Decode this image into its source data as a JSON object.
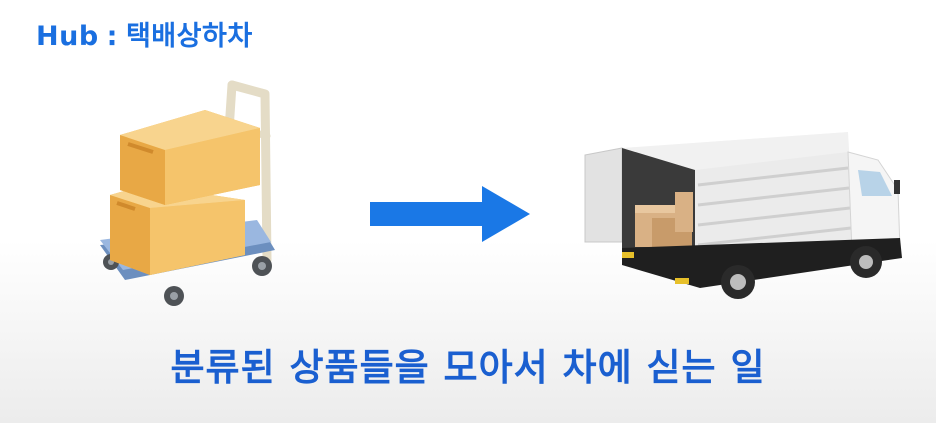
{
  "header": {
    "hub_label": "Hub",
    "separator": ":",
    "topic": "택배상하차"
  },
  "caption": "분류된 상품들을 모아서 차에 싣는 일",
  "icons": {
    "left": "hand-truck-with-boxes-icon",
    "middle": "arrow-right-icon",
    "right": "delivery-truck-loaded-icon"
  },
  "colors": {
    "title": "#1a6fe0",
    "caption": "#1a5fd0",
    "arrow": "#1a78e6",
    "box": "#f5c46b",
    "cart_base": "#8fb0dc"
  }
}
